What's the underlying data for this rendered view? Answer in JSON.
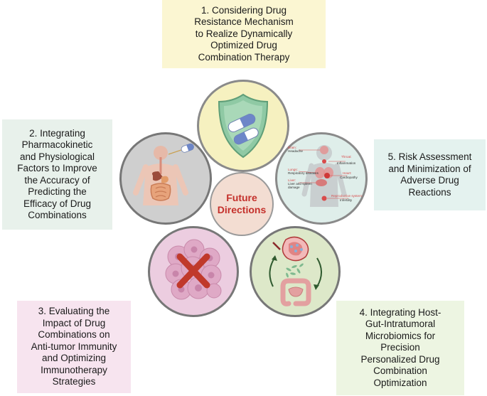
{
  "center": {
    "line1": "Future",
    "line2": "Directions"
  },
  "boxes": {
    "b1": [
      "1.  Considering Drug",
      "Resistance Mechanism",
      "to Realize Dynamically",
      "Optimized Drug",
      "Combination Therapy"
    ],
    "b2": [
      "2. Integrating",
      "Pharmacokinetic",
      "and Physiological",
      "Factors to Improve",
      "the Accuracy of",
      "Predicting the",
      "Efficacy of Drug",
      "Combinations"
    ],
    "b3": [
      "3. Evaluating the",
      "Impact of Drug",
      "Combinations on",
      "Anti-tumor Immunity",
      "and Optimizing",
      "Immunotherapy",
      "Strategies"
    ],
    "b4": [
      "4. Integrating Host-",
      "Gut-Intratumoral",
      "Microbiomics for",
      "Precision",
      "Personalized Drug",
      "Combination",
      "Optimization"
    ],
    "b5": [
      "5. Risk Assessment",
      "and Minimization of",
      "Adverse Drug",
      "Reactions"
    ]
  },
  "adverse_labels": {
    "brain": "Brain:",
    "brain_v": "Headache",
    "throat": "Throat:",
    "throat_v": "Inflammation",
    "lungs": "Lungs:",
    "lungs_v": "Respiratory diseases",
    "heart": "Heart:",
    "heart_v": "Cardiopathy",
    "liver": "Liver:",
    "liver_v1": "Liver and spleen",
    "liver_v2": "damage",
    "repro": "Reproductive system:",
    "repro_v": "Infertility"
  },
  "colors": {
    "center_text": "#c4302b",
    "box1": "#fbf6d2",
    "box2": "#e8f1eb",
    "box3": "#f7e4ef",
    "box4": "#edf5e2",
    "box5": "#e4f2ef"
  }
}
